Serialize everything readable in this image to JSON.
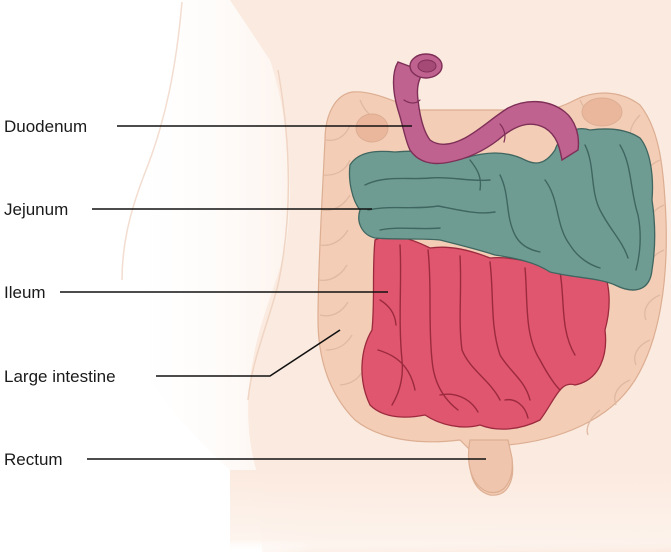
{
  "labels": [
    {
      "id": "duodenum",
      "text": "Duodenum"
    },
    {
      "id": "jejunum",
      "text": "Jejunum"
    },
    {
      "id": "ileum",
      "text": "Ileum"
    },
    {
      "id": "large-intestine",
      "text": "Large intestine"
    },
    {
      "id": "rectum",
      "text": "Rectum"
    }
  ],
  "colors": {
    "skin": "#fbeadf",
    "skin_edge": "#f1d3c0",
    "large_intestine": "#f3cdb6",
    "large_intestine_edge": "#dcae92",
    "duodenum": "#c0628f",
    "duodenum_edge": "#7e2f57",
    "jejunum": "#6e9c93",
    "jejunum_edge": "#3f6660",
    "ileum": "#e0566e",
    "ileum_edge": "#9c2a3f",
    "leader_line": "#111111",
    "label_text": "#1a1a1a"
  }
}
